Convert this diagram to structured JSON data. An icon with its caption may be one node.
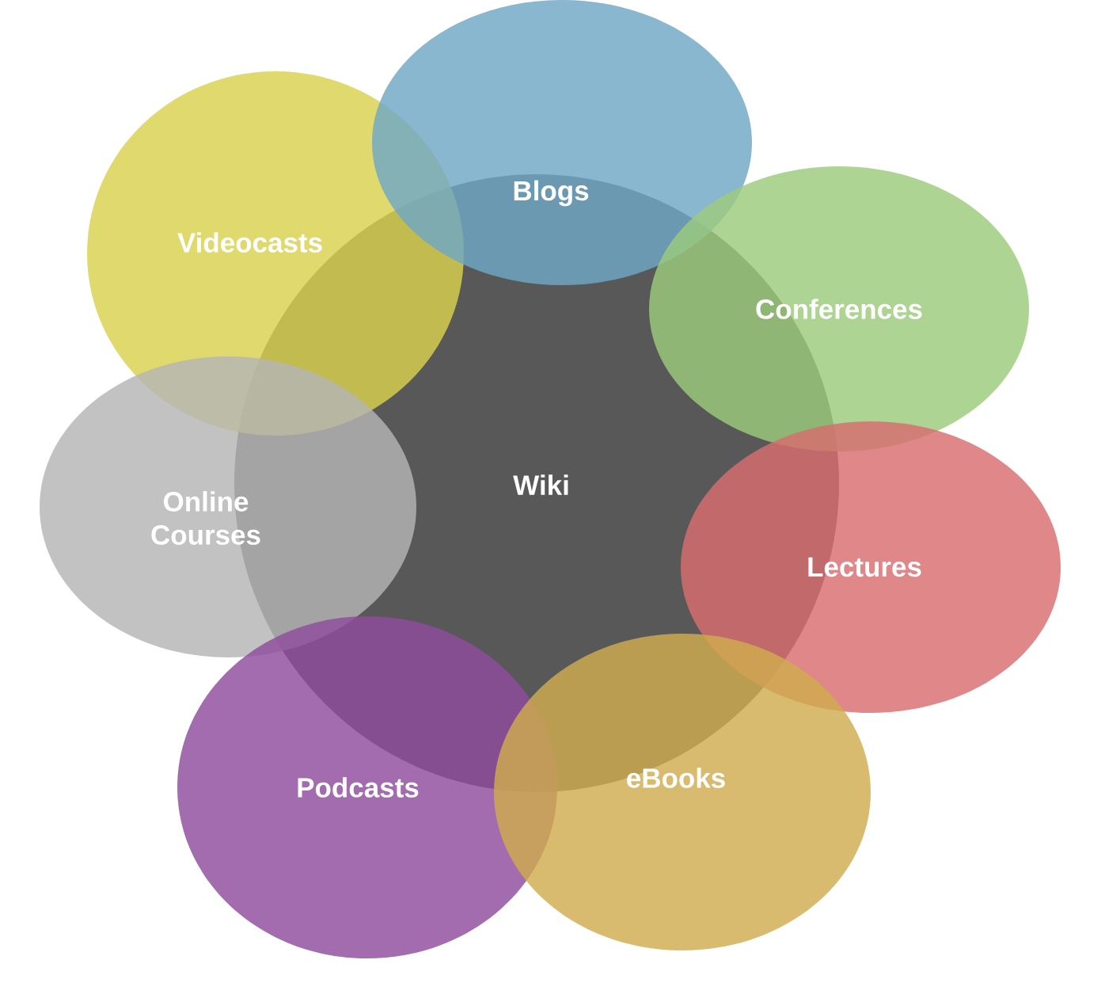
{
  "diagram": {
    "nodes": [
      {
        "text": [
          "Wiki"
        ]
      },
      {
        "text": [
          "Blogs"
        ]
      },
      {
        "text": [
          "Videocasts"
        ]
      },
      {
        "text": [
          "Conferences"
        ]
      },
      {
        "text": [
          "Online Courses"
        ]
      },
      {
        "text": [
          "Lectures"
        ]
      },
      {
        "text": [
          "Podcasts"
        ]
      },
      {
        "text": [
          "eBooks"
        ]
      }
    ]
  }
}
